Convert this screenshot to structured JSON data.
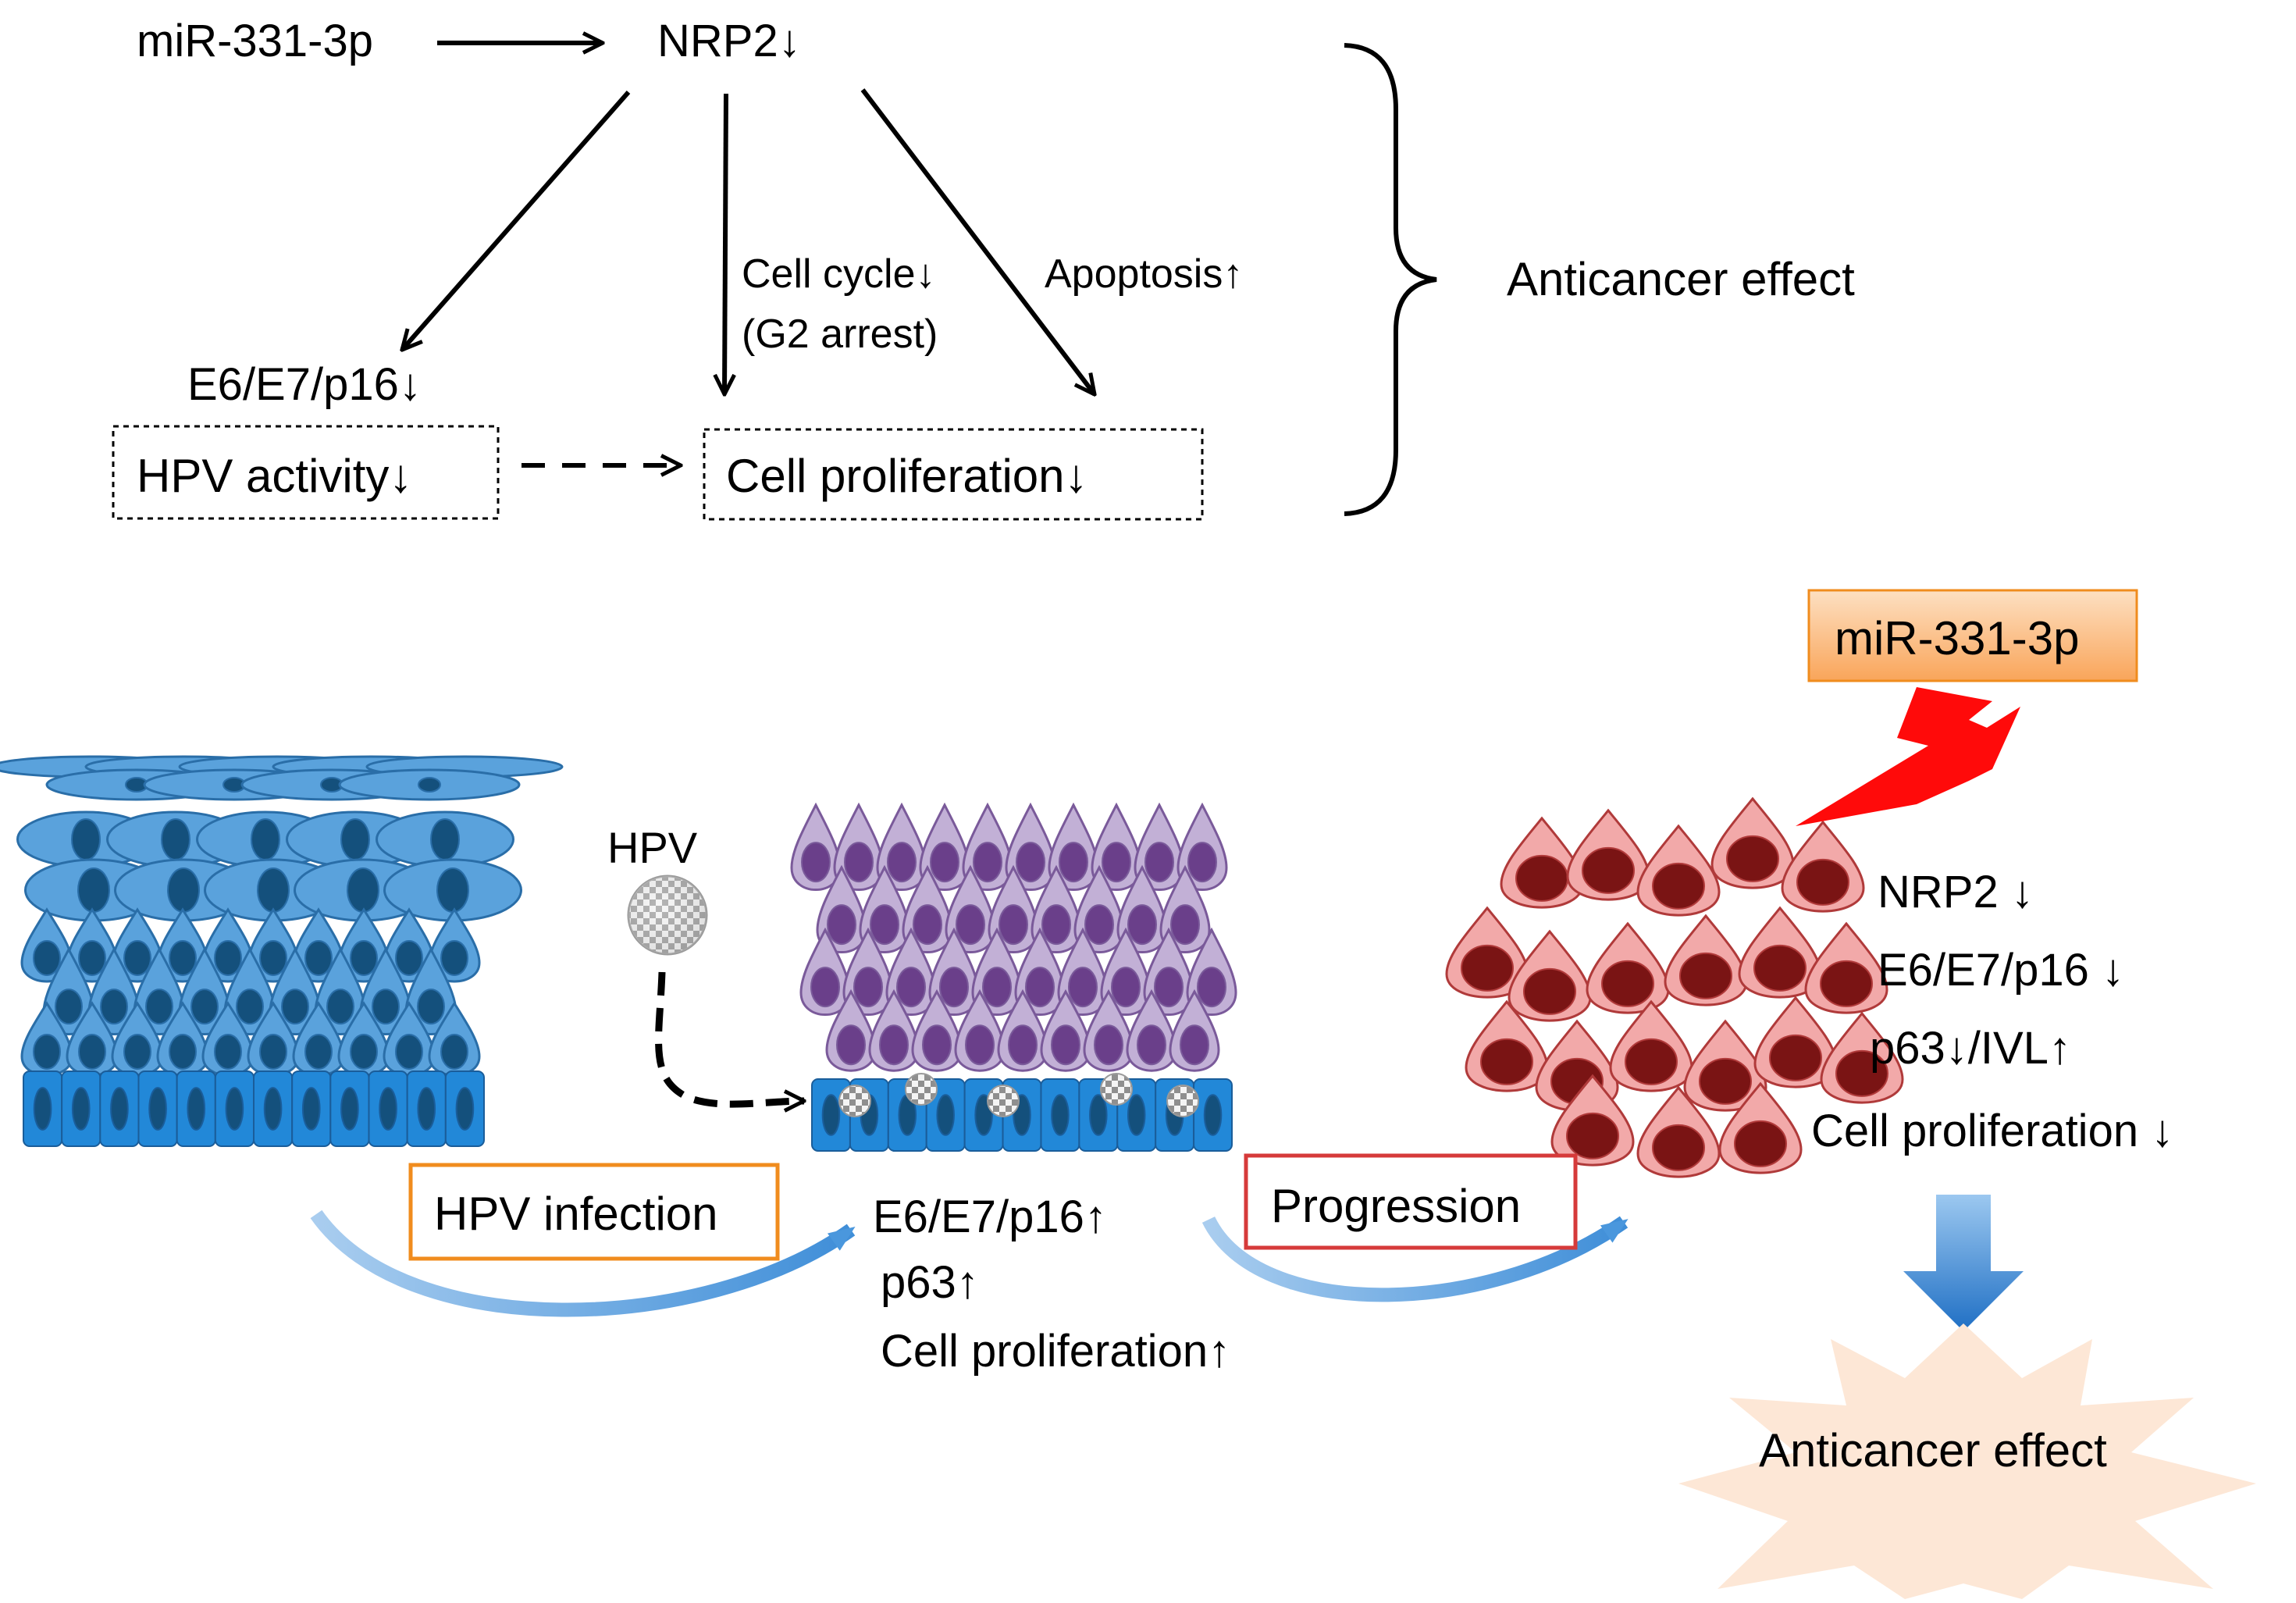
{
  "pathway": {
    "mir_label": "miR-331-3p",
    "nrp2_label": "NRP2↓",
    "e6e7_label": "E6/E7/p16↓",
    "hpv_activity_label": "HPV activity↓",
    "cell_cycle_label": "Cell cycle↓",
    "g2_arrest_label": "(G2 arrest)",
    "apoptosis_label": "Apoptosis↑",
    "cell_proliferation_label": "Cell proliferation↓",
    "anticancer_label": "Anticancer effect"
  },
  "illustration": {
    "hpv_label": "HPV",
    "hpv_infection_label": "HPV infection",
    "progression_label": "Progression",
    "mir_box_label": "miR-331-3p",
    "infected_markers": [
      "E6/E7/p16↑",
      "p63↑",
      "Cell proliferation↑"
    ],
    "treated_markers": [
      "NRP2 ↓",
      "E6/E7/p16 ↓",
      "p63↓/IVL↑",
      "Cell proliferation ↓"
    ],
    "anticancer_result_label": "Anticancer effect"
  },
  "colors": {
    "normal_cell_fill": "#5aa2dc",
    "normal_nucleus": "#14507c",
    "basal_cell_fill": "#2288d8",
    "infected_cell_fill": "#c2b0d6",
    "infected_nucleus": "#6a3f8a",
    "cancer_cell_fill": "#f2a9a9",
    "cancer_nucleus": "#7a1414",
    "hpv_box_border": "#f08c1e",
    "progression_box_border": "#d63a3a",
    "mir_box_fill": "#fcc08a",
    "bolt": "#ff0a0a",
    "down_arrow": "#3c8fdc",
    "burst": "#fde7d6"
  }
}
